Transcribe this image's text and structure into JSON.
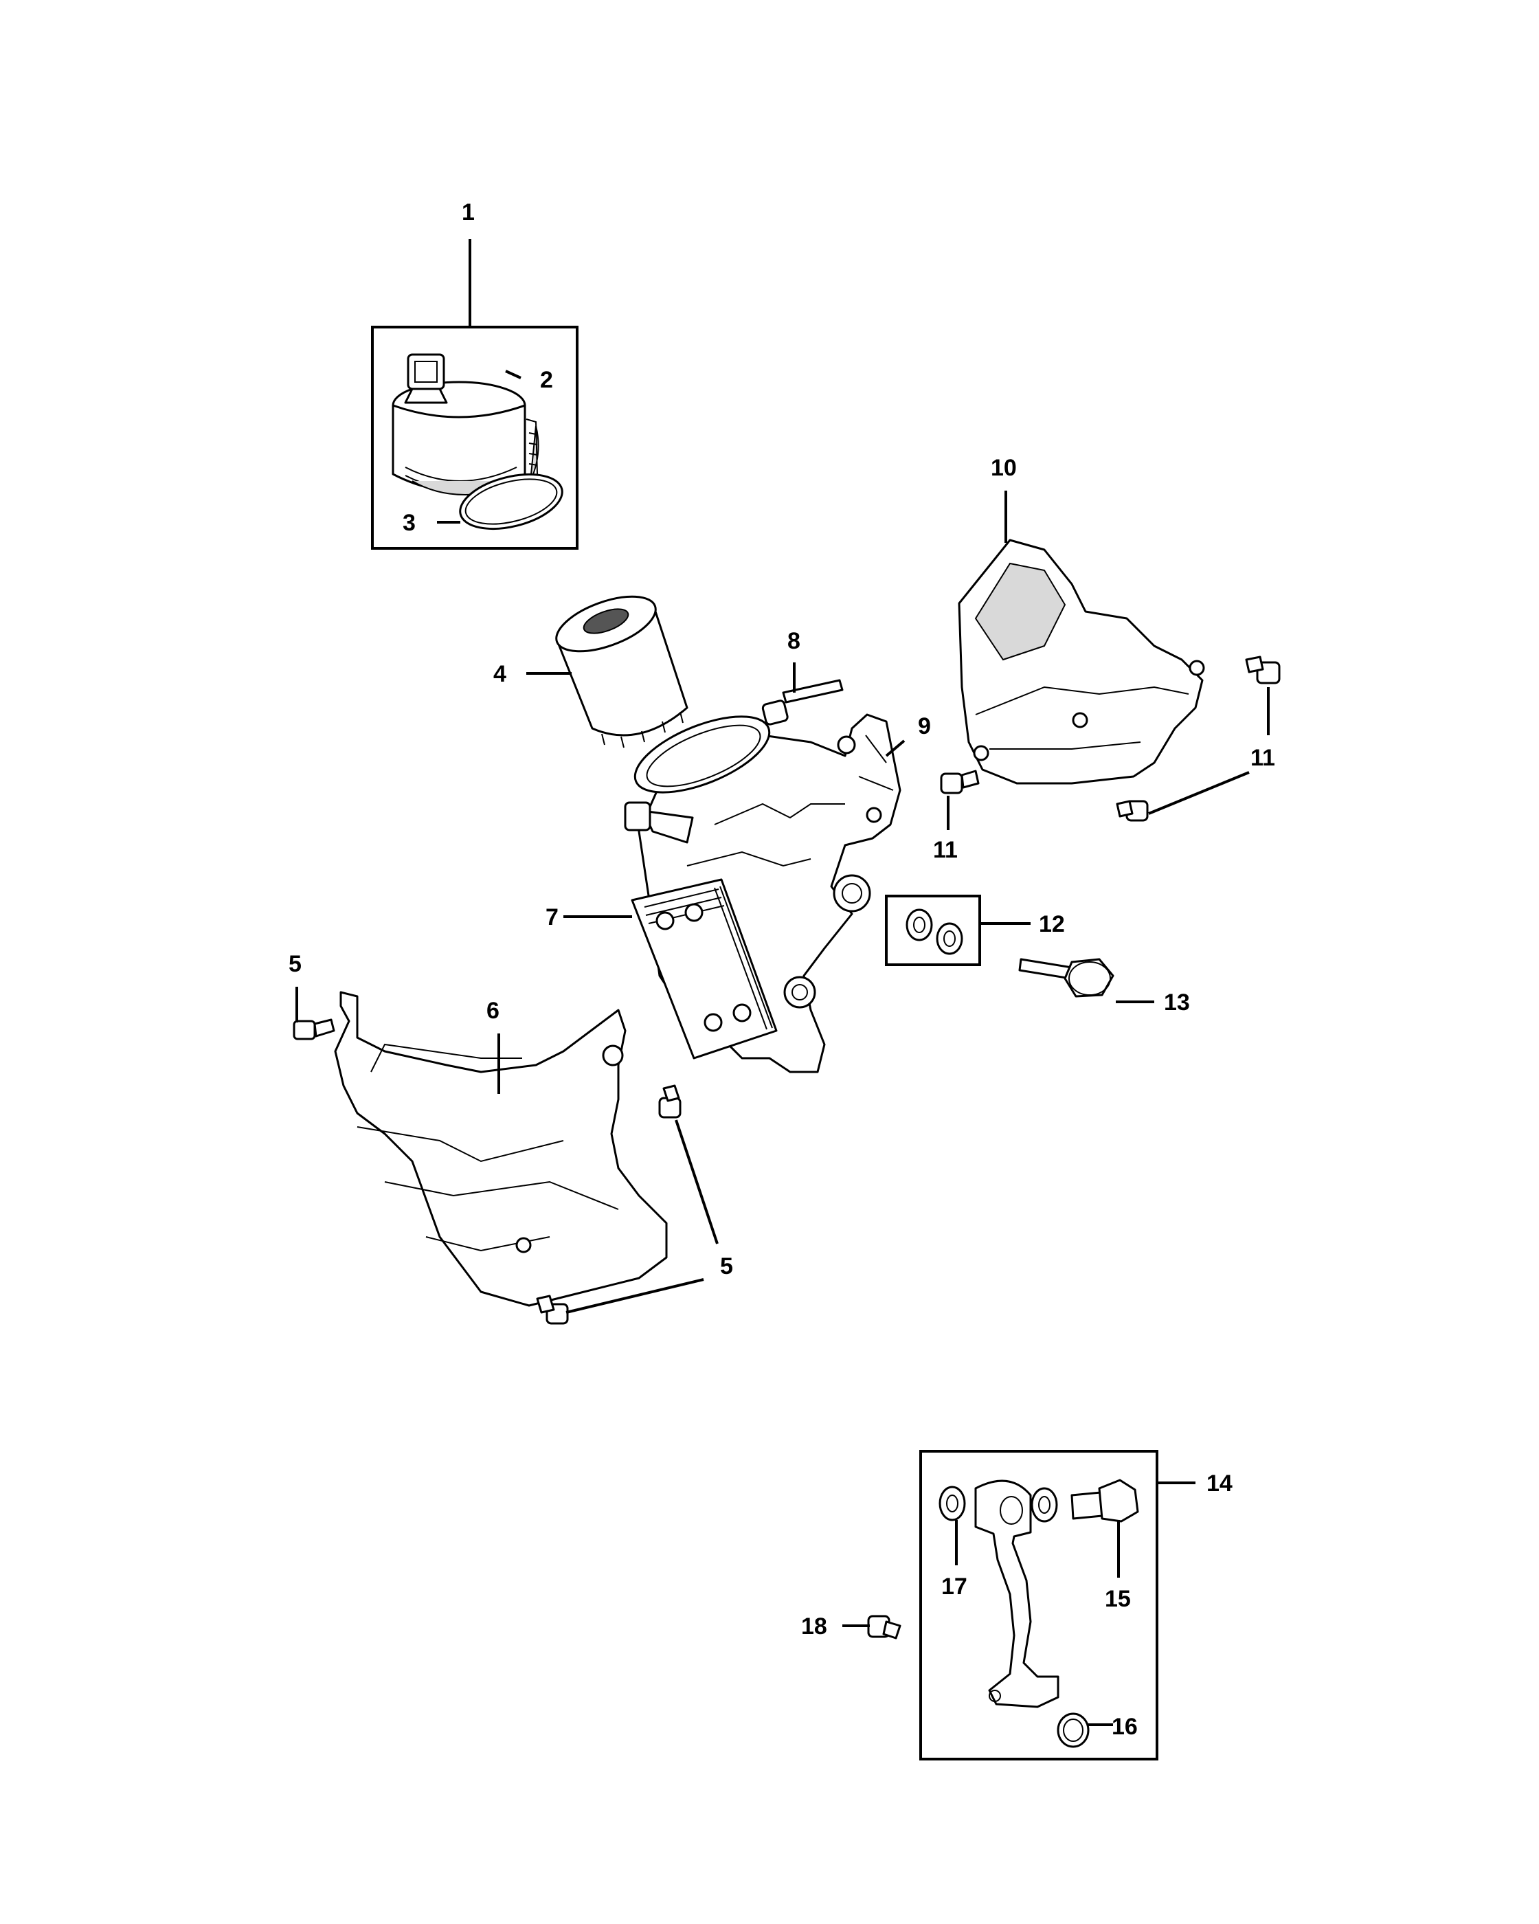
{
  "callouts": [
    {
      "id": "1",
      "label": "1"
    },
    {
      "id": "2",
      "label": "2"
    },
    {
      "id": "3",
      "label": "3"
    },
    {
      "id": "4",
      "label": "4"
    },
    {
      "id": "5a",
      "label": "5"
    },
    {
      "id": "5b",
      "label": "5"
    },
    {
      "id": "6",
      "label": "6"
    },
    {
      "id": "7",
      "label": "7"
    },
    {
      "id": "8",
      "label": "8"
    },
    {
      "id": "9",
      "label": "9"
    },
    {
      "id": "10",
      "label": "10"
    },
    {
      "id": "11a",
      "label": "11"
    },
    {
      "id": "11b",
      "label": "11"
    },
    {
      "id": "12",
      "label": "12"
    },
    {
      "id": "13",
      "label": "13"
    },
    {
      "id": "14",
      "label": "14"
    },
    {
      "id": "15",
      "label": "15"
    },
    {
      "id": "16",
      "label": "16"
    },
    {
      "id": "17",
      "label": "17"
    },
    {
      "id": "18",
      "label": "18"
    }
  ]
}
